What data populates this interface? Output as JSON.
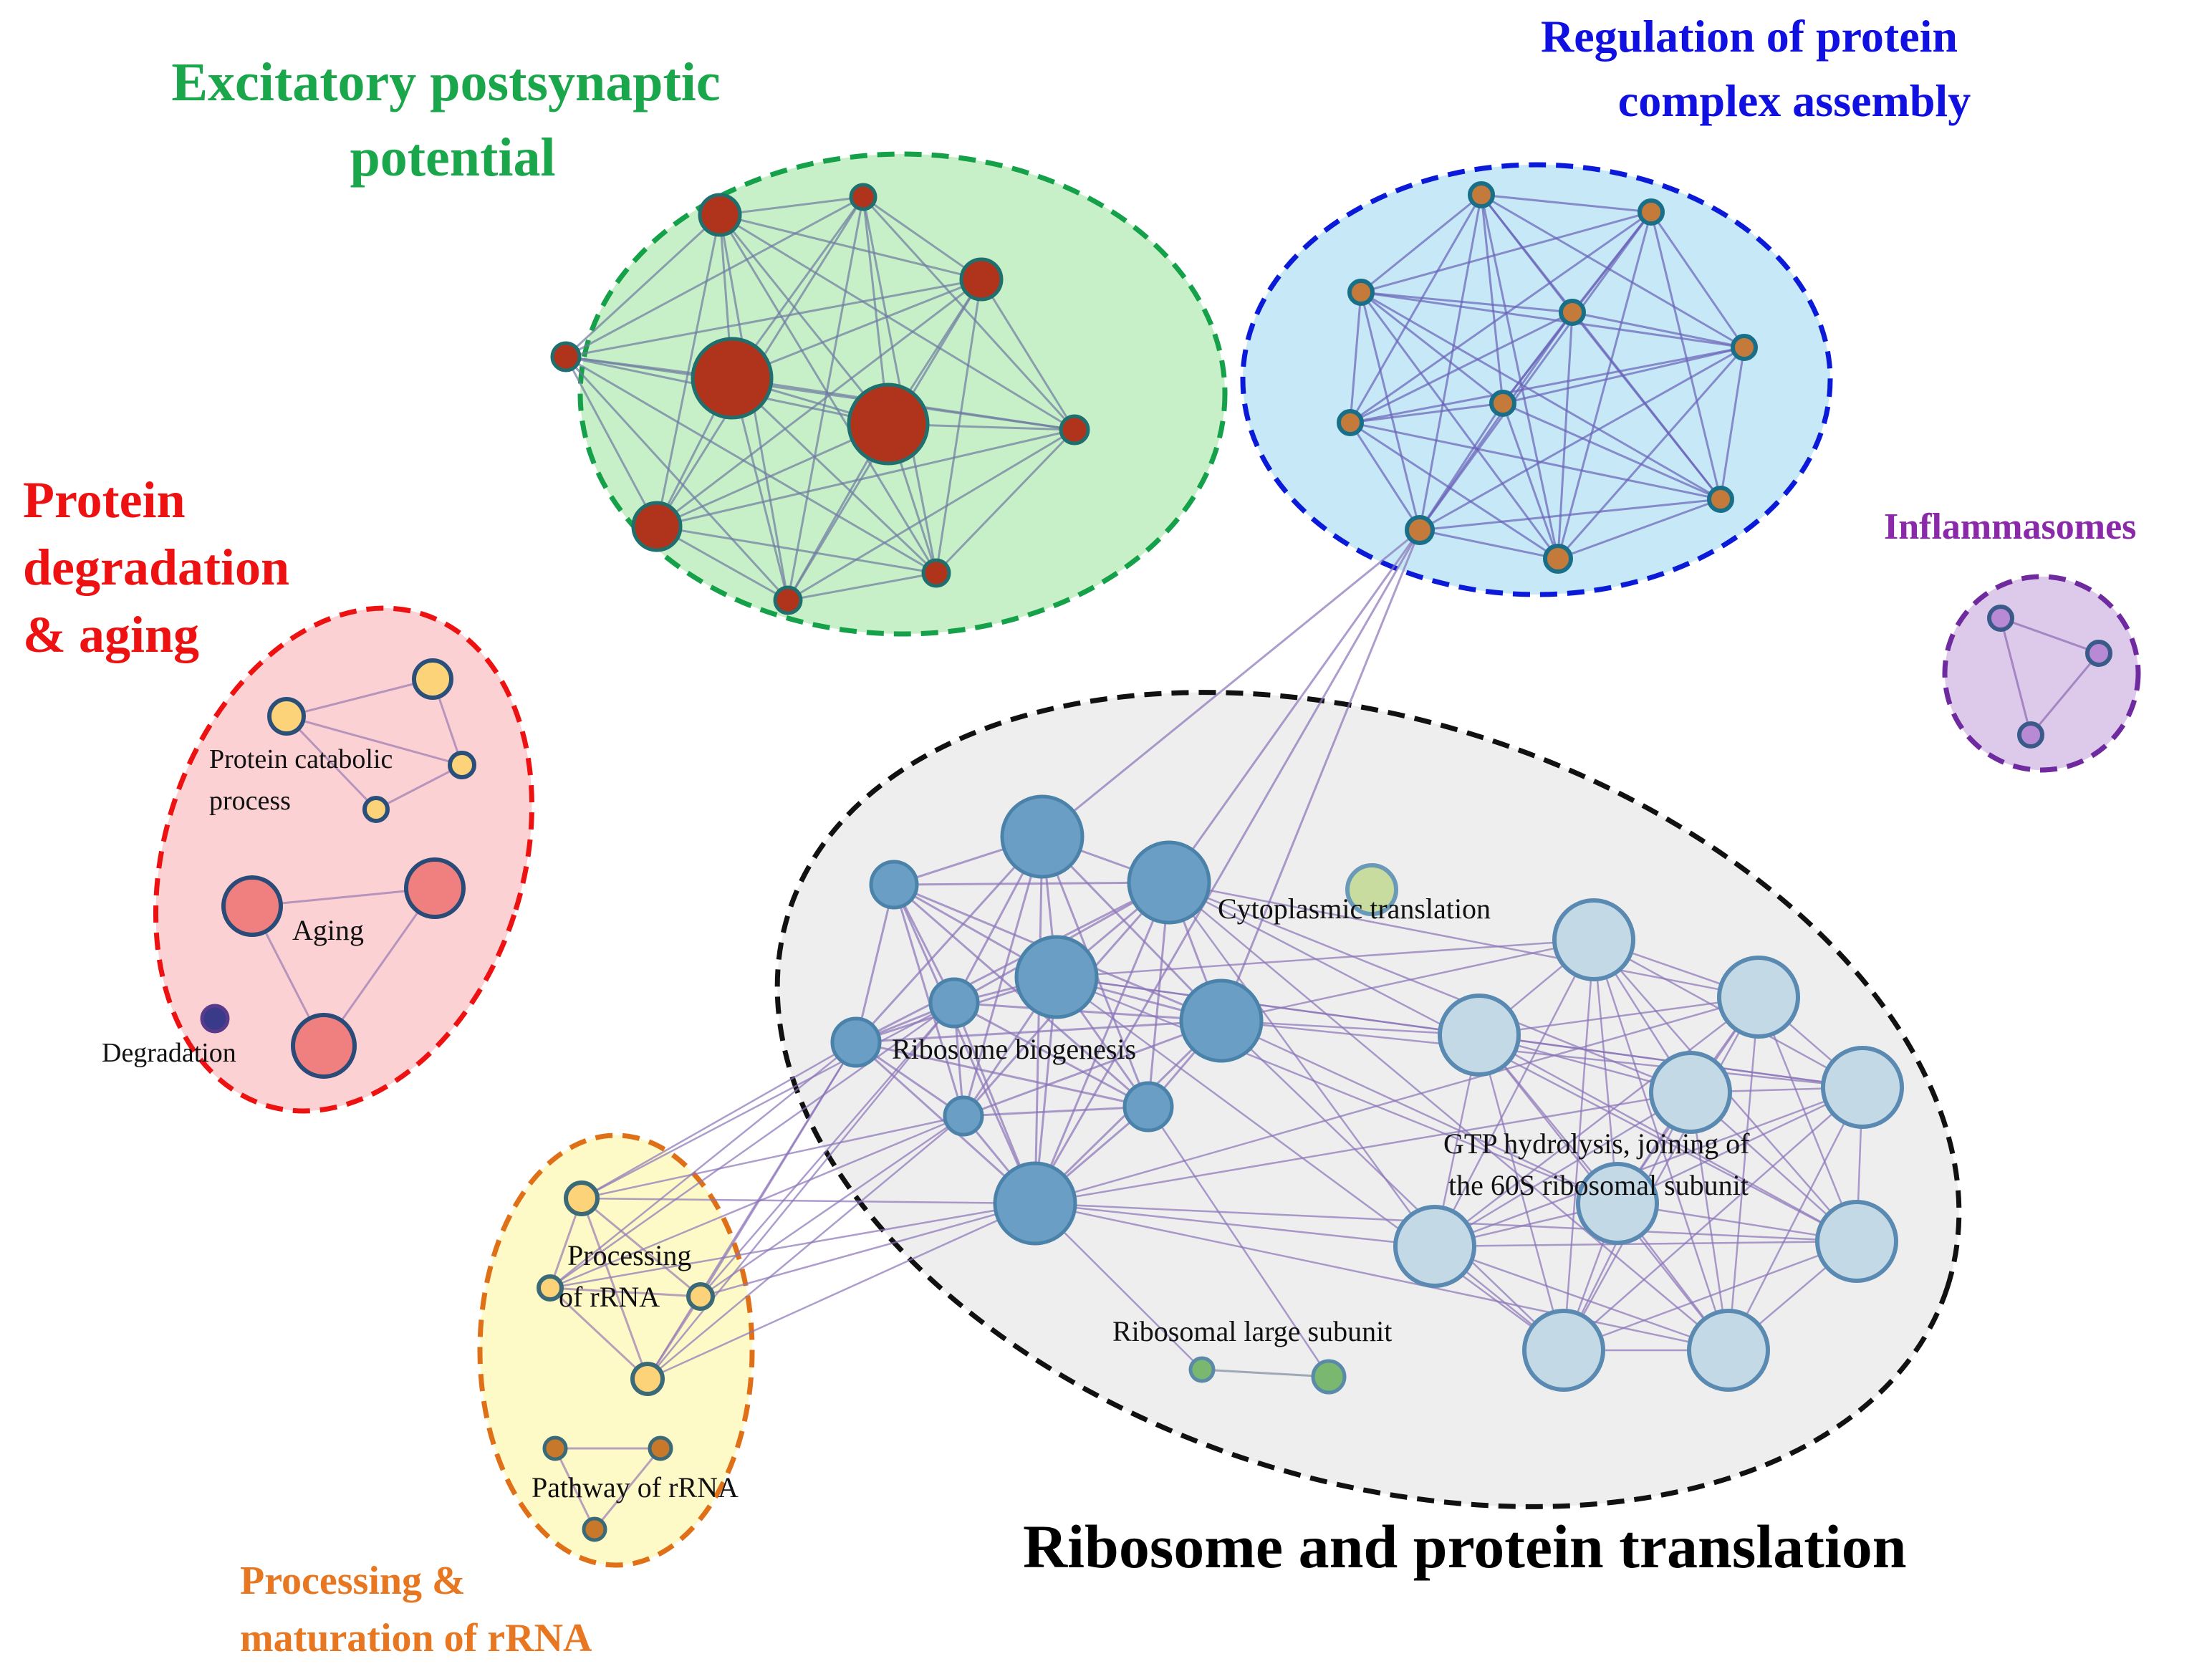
{
  "clusters": {
    "excitatory": {
      "title_lines": [
        "Excitatory postsynaptic",
        "potential"
      ],
      "title_color": "#1aa64a",
      "fill": "#c8f0c8",
      "border": "#15a04a",
      "node_color": "#b0341c",
      "edge_color": "#6e7aa0"
    },
    "regulation": {
      "title_lines": [
        "Regulation of protein",
        "complex assembly"
      ],
      "title_color": "#1010e0",
      "fill": "#c6e8f7",
      "border": "#0a1ad8",
      "node_color": "#c47a3a",
      "edge_color": "#6a62b8"
    },
    "protein_degradation": {
      "title_lines": [
        "Protein",
        "degradation",
        "& aging"
      ],
      "title_color": "#ee1111",
      "fill": "#fbd1d3",
      "border": "#ee1111",
      "sub_labels": {
        "catabolic": [
          "Protein catabolic",
          "process"
        ],
        "aging": "Aging",
        "degradation": "Degradation"
      }
    },
    "inflammasomes": {
      "title": "Inflammasomes",
      "title_color": "#8a2aa8",
      "fill": "#ddcaea",
      "border": "#6e2a9e"
    },
    "ribosome": {
      "title": "Ribosome and protein translation",
      "title_color": "#000000",
      "fill": "#eeeeee",
      "border": "#111111",
      "sub_labels": {
        "cytoplasmic": "Cytoplasmic translation",
        "biogenesis": "Ribosome biogenesis",
        "gtp": [
          "GTP hydrolysis, joining of",
          "the 60S ribosomal subunit"
        ],
        "large_subunit": "Ribosomal large subunit"
      }
    },
    "rrna": {
      "title_lines": [
        "Processing &",
        "maturation of rRNA"
      ],
      "title_color": "#e87722",
      "fill": "#fdfac8",
      "border": "#e07018",
      "sub_labels": {
        "processing": [
          "Processing",
          "of rRNA"
        ],
        "pathway": "Pathway of rRNA"
      }
    }
  }
}
